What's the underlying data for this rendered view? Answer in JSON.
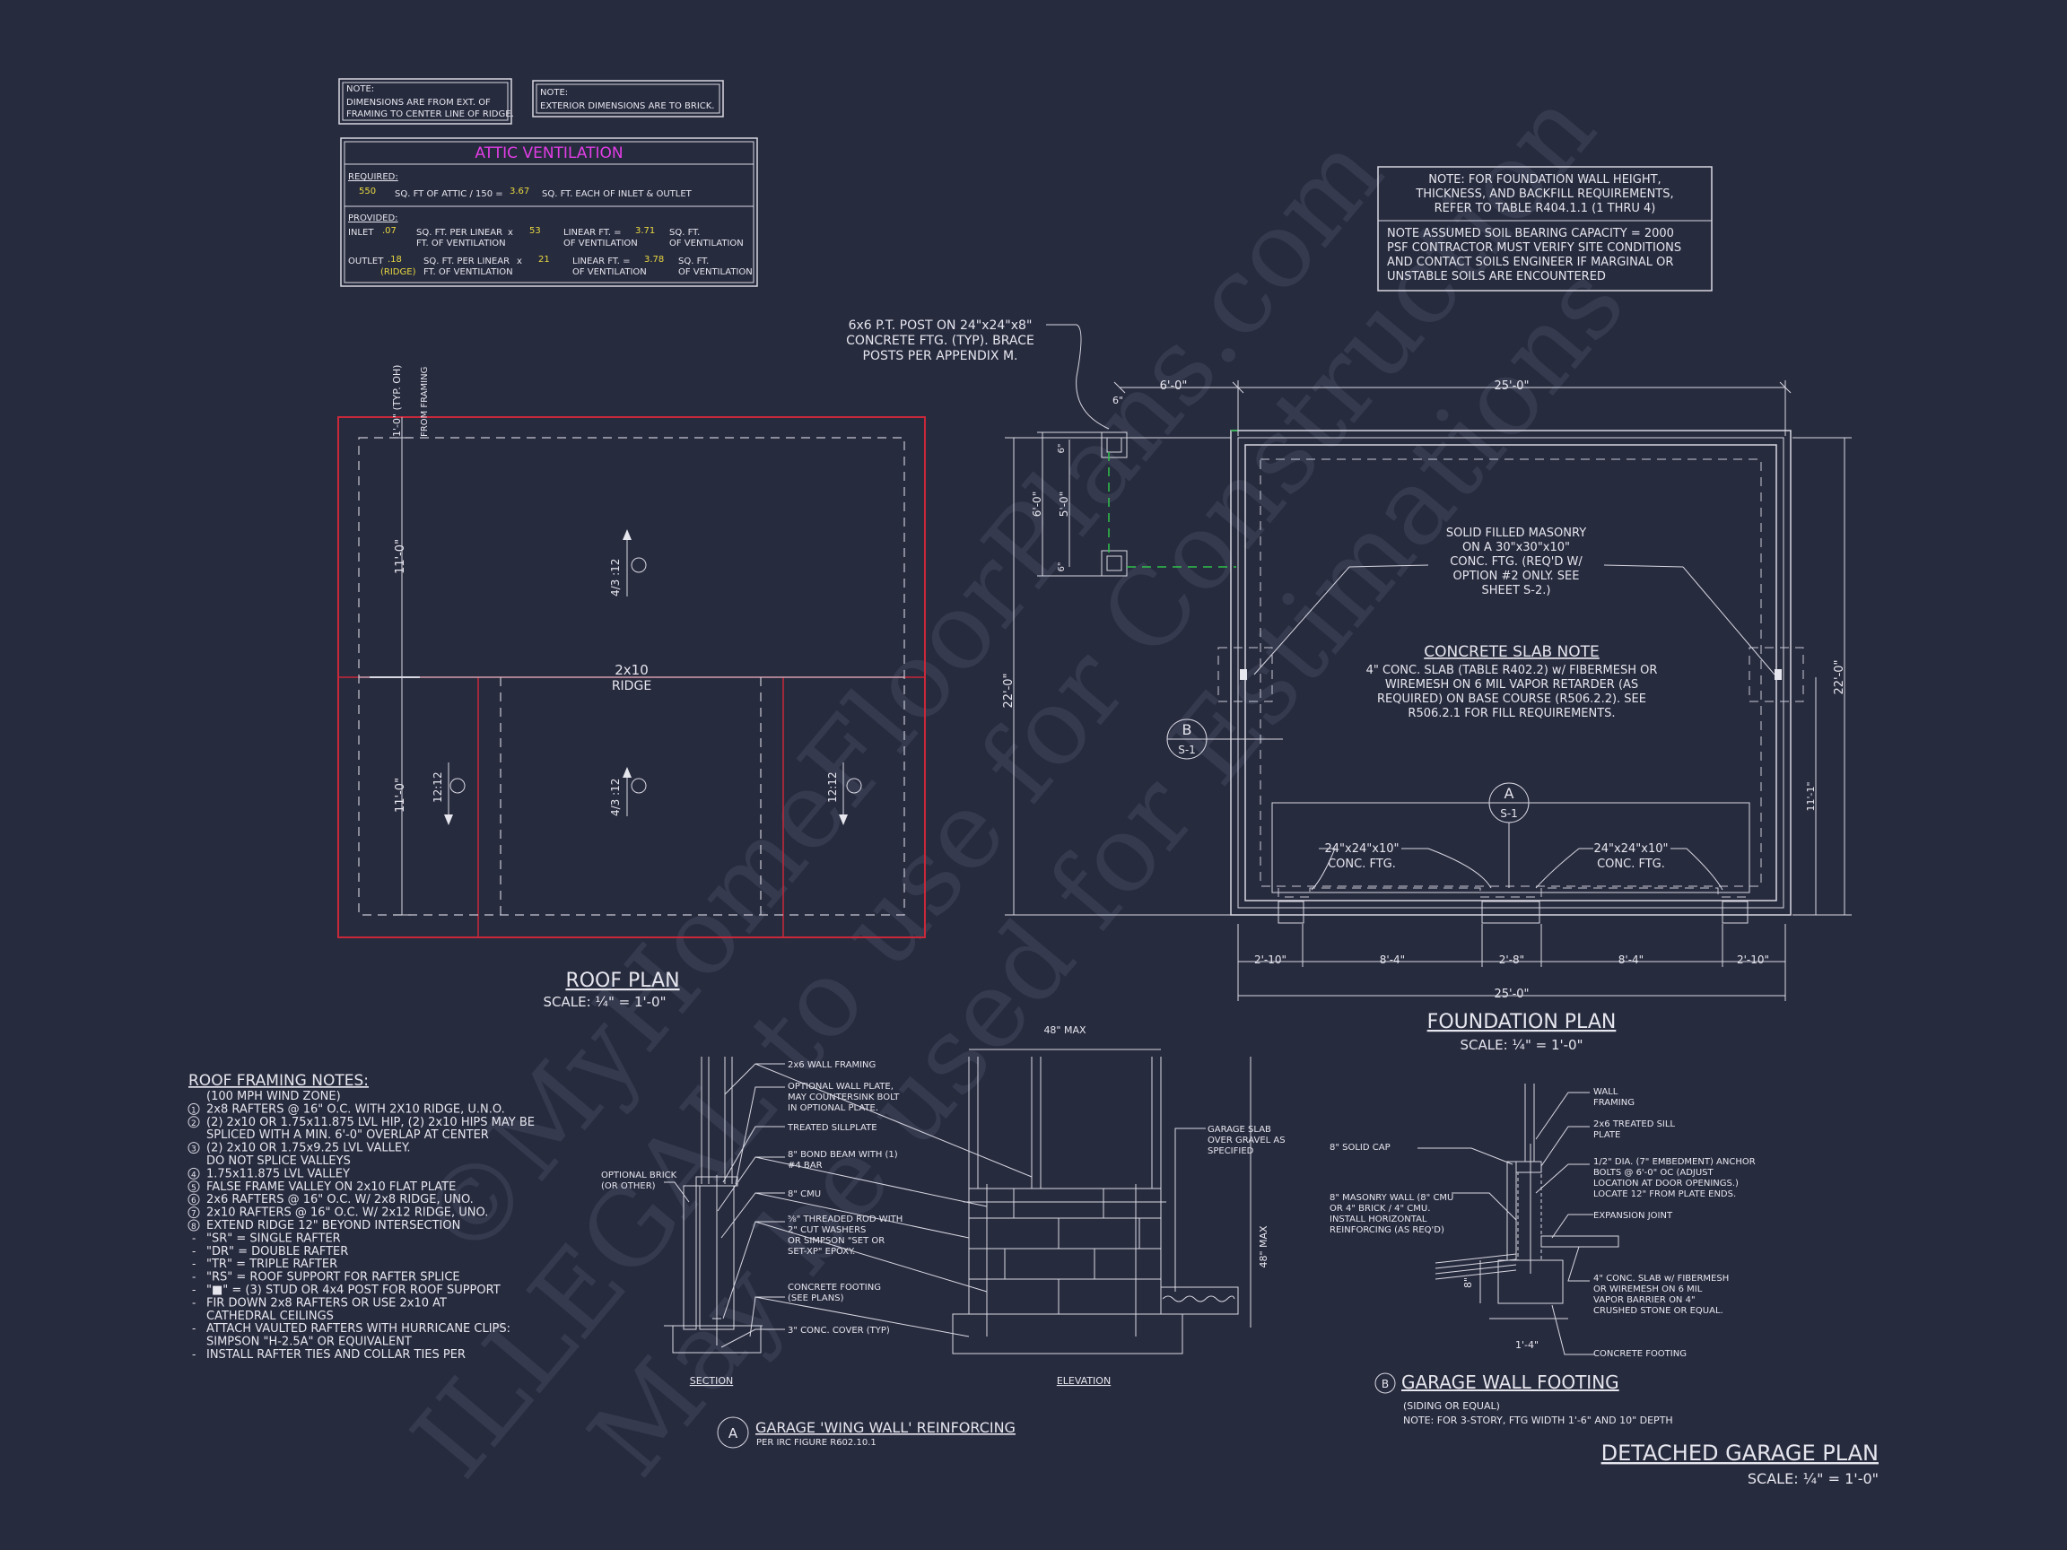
{
  "watermark": {
    "line1": "©MyHomeFloorPlans.com",
    "line2": "ILLEGAL to use for Construction",
    "line3": "May be used for Estimations"
  },
  "notes": {
    "note1": [
      "NOTE:",
      "DIMENSIONS ARE FROM EXT. OF",
      "FRAMING TO CENTER LINE OF RIDGE."
    ],
    "note2": [
      "NOTE:",
      "EXTERIOR DIMENSIONS ARE TO BRICK."
    ],
    "foundation_height": [
      "NOTE: FOR FOUNDATION WALL HEIGHT,",
      "THICKNESS, AND BACKFILL REQUIREMENTS,",
      "REFER TO TABLE R404.1.1 (1 THRU 4)"
    ],
    "soil": [
      "NOTE ASSUMED SOIL BEARING CAPACITY = 2000",
      "PSF CONTRACTOR MUST VERIFY SITE CONDITIONS",
      "AND CONTACT SOILS ENGINEER IF MARGINAL OR",
      "UNSTABLE SOILS ARE ENCOUNTERED"
    ]
  },
  "attic": {
    "title": "ATTIC VENTILATION",
    "required_label": "REQUIRED:",
    "req_area": "550",
    "req_text1": "SQ. FT OF ATTIC / 150 =",
    "req_result": "3.67",
    "req_text2": "SQ. FT. EACH OF INLET & OUTLET",
    "provided_label": "PROVIDED:",
    "inlet_label": "INLET",
    "inlet_rate": ".07",
    "inlet_text1": "SQ. FT. PER LINEAR",
    "inlet_text2": "FT. OF VENTILATION",
    "inlet_len": "53",
    "inlet_text3": "LINEAR FT. =",
    "inlet_text4": "OF VENTILATION",
    "inlet_result": "3.71",
    "inlet_text5": "SQ. FT.",
    "inlet_text6": "OF VENTILATION",
    "outlet_label": "OUTLET",
    "outlet_rate": ".18",
    "outlet_ridge": "(RIDGE)",
    "outlet_len": "21",
    "outlet_result": "3.78"
  },
  "roof_plan": {
    "title": "ROOF PLAN",
    "scale": "SCALE: ¼\" = 1'-0\"",
    "ridge_size": "2x10",
    "ridge_label": "RIDGE",
    "pitch_main": "4/3 :12",
    "pitch_left": "12:12",
    "pitch_right": "12:12",
    "pitch_center": "4/3 :12",
    "dim_top": "1'-0\" (TYP. OH)",
    "dim_from_framing": "FROM FRAMING",
    "dim_upper": "11'-0\"",
    "dim_lower": "11'-0\"",
    "note_ref": "1"
  },
  "foundation_plan": {
    "title": "FOUNDATION PLAN",
    "scale": "SCALE: ¼\" = 1'-0\"",
    "post_note": [
      "6x6 P.T. POST ON 24\"x24\"x8\"",
      "CONCRETE FTG. (TYP). BRACE",
      "POSTS PER APPENDIX M."
    ],
    "dim_6_0": "6'-0\"",
    "dim_25_top": "25'-0\"",
    "dim_25_bot": "25'-0\"",
    "dim_22_left": "22'-0\"",
    "dim_22_right": "22'-0\"",
    "dim_6_0_v": "6'-0\"",
    "dim_5_0_v": "5'-0\"",
    "dim_6in_a": "6\"",
    "dim_6in_b": "6\"",
    "dim_6in_c": "6\"",
    "dim_11_1": "11'-1\"",
    "bottom_dims": [
      "2'-10\"",
      "8'-4\"",
      "2'-8\"",
      "8'-4\"",
      "2'-10\""
    ],
    "masonry_note": [
      "SOLID FILLED MASONRY",
      "ON A 30\"x30\"x10\"",
      "CONC. FTG. (REQ'D W/",
      "OPTION #2 ONLY.  SEE",
      "SHEET S-2.)"
    ],
    "slab_title": "CONCRETE SLAB NOTE",
    "slab_note": [
      "4\" CONC. SLAB (TABLE R402.2) w/ FIBERMESH OR",
      "WIREMESH ON 6 MIL VAPOR RETARDER (AS",
      "REQUIRED) ON BASE COURSE (R506.2.2). SEE",
      "R506.2.1 FOR FILL REQUIREMENTS."
    ],
    "ftg_left": [
      "24\"x24\"x10\"",
      "CONC. FTG."
    ],
    "ftg_right": [
      "24\"x24\"x10\"",
      "CONC. FTG."
    ],
    "tag_b": [
      "B",
      "S-1"
    ],
    "tag_a": [
      "A",
      "S-1"
    ]
  },
  "roof_notes": {
    "title": "ROOF FRAMING NOTES:",
    "lines": [
      "(100 MPH WIND ZONE)",
      "2x8 RAFTERS @ 16\" O.C. WITH 2X10 RIDGE, U.N.O.",
      "(2) 2x10 OR 1.75x11.875 LVL HIP, (2) 2x10 HIPS MAY BE",
      "    SPLICED WITH A MIN. 6'-0\" OVERLAP AT CENTER",
      "(2) 2x10 OR 1.75x9.25 LVL VALLEY.",
      "    DO NOT SPLICE VALLEYS",
      "1.75x11.875 LVL VALLEY",
      "FALSE FRAME VALLEY ON 2x10 FLAT PLATE",
      "2x6 RAFTERS @ 16\" O.C. W/ 2x8 RIDGE, UNO.",
      "2x10 RAFTERS @ 16\" O.C. W/ 2x12 RIDGE, UNO.",
      "EXTEND RIDGE 12\" BEYOND INTERSECTION",
      "\"SR\" = SINGLE RAFTER",
      "\"DR\" = DOUBLE RAFTER",
      "\"TR\" = TRIPLE RAFTER",
      "\"RS\" = ROOF SUPPORT FOR RAFTER SPLICE",
      "\"■\" = (3) STUD OR 4x4 POST FOR ROOF SUPPORT",
      "FIR DOWN 2x8 RAFTERS OR USE 2x10 AT",
      "    CATHEDRAL CEILINGS",
      "ATTACH VAULTED RAFTERS WITH HURRICANE CLIPS:",
      "    SIMPSON \"H-2.5A\" OR EQUIVALENT",
      "INSTALL RAFTER TIES AND COLLAR TIES PER"
    ],
    "markers": [
      "",
      "1",
      "2",
      "",
      "3",
      "",
      "4",
      "5",
      "6",
      "7",
      "8",
      "-",
      "-",
      "-",
      "-",
      "-",
      "-",
      "",
      "-",
      "",
      "-"
    ]
  },
  "wing_wall": {
    "title": "GARAGE 'WING WALL' REINFORCING",
    "subtitle": "PER IRC FIGURE R602.10.1",
    "tag": "A",
    "section_label": "SECTION",
    "elevation_label": "ELEVATION",
    "dim_48_max": "48\" MAX",
    "dim_48_max_v": "48\" MAX",
    "labels": [
      "2x6 WALL FRAMING",
      "OPTIONAL WALL PLATE,",
      "MAY COUNTERSINK BOLT",
      "IN OPTIONAL PLATE.",
      "TREATED SILLPLATE",
      "8\" BOND BEAM WITH (1)",
      "#4 BAR",
      "8\" CMU",
      "⅝\" THREADED ROD WITH",
      "2\" CUT WASHERS",
      "OR SIMPSON \"SET OR",
      "SET-XP\" EPOXY.",
      "CONCRETE FOOTING",
      "(SEE PLANS)",
      "3\" CONC. COVER (TYP)"
    ],
    "optional_brick": [
      "OPTIONAL BRICK",
      "(OR OTHER)"
    ],
    "garage_slab": [
      "GARAGE SLAB",
      "OVER GRAVEL AS",
      "SPECIFIED"
    ]
  },
  "wall_footing": {
    "title": "GARAGE WALL FOOTING",
    "tag": "B",
    "sub1": "(SIDING OR EQUAL)",
    "sub2": "NOTE: FOR 3-STORY, FTG WIDTH 1'-6\" AND 10\" DEPTH",
    "labels_right": [
      "WALL",
      "FRAMING",
      "2x6 TREATED SILL",
      "PLATE",
      "1/2\" DIA. (7\" EMBEDMENT) ANCHOR",
      "BOLTS @ 6'-0\" OC (ADJUST",
      "LOCATION AT DOOR OPENINGS.)",
      "LOCATE 12\" FROM PLATE ENDS.",
      "EXPANSION JOINT",
      "4\" CONC. SLAB w/ FIBERMESH",
      "OR WIREMESH ON 6 MIL",
      "VAPOR BARRIER ON 4\"",
      "CRUSHED STONE OR EQUAL.",
      "CONCRETE FOOTING"
    ],
    "labels_left": [
      "8\" SOLID CAP",
      "8\" MASONRY WALL (8\" CMU",
      "OR 4\" BRICK / 4\" CMU.",
      "INSTALL HORIZONTAL",
      "REINFORCING (AS REQ'D)"
    ],
    "dim_8": "8\"",
    "dim_1_4": "1'-4\""
  },
  "sheet_title": {
    "title": "DETACHED GARAGE PLAN",
    "scale": "SCALE: ¼\" = 1'-0\""
  }
}
